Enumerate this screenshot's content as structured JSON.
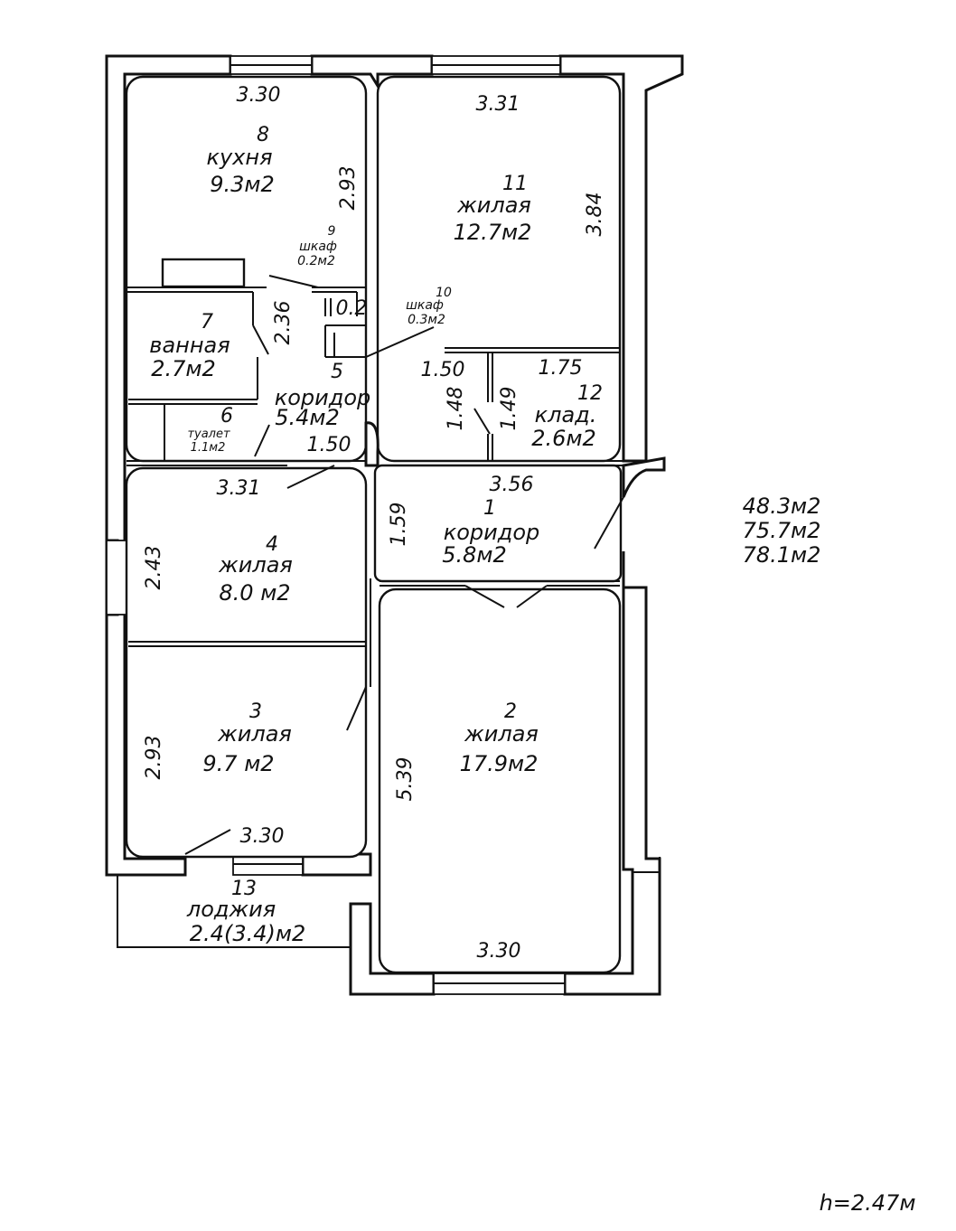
{
  "rooms": {
    "r1": {
      "number": "1",
      "name": "коридор",
      "area": "5.8м2"
    },
    "r2": {
      "number": "2",
      "name": "жилая",
      "area": "17.9м2"
    },
    "r3": {
      "number": "3",
      "name": "жилая",
      "area": "9.7 м2"
    },
    "r4": {
      "number": "4",
      "name": "жилая",
      "area": "8.0 м2"
    },
    "r5": {
      "number": "5",
      "name": "коридор",
      "area": "5.4м2"
    },
    "r6": {
      "number": "6",
      "name": "туалет",
      "area": "1.1м2"
    },
    "r7": {
      "number": "7",
      "name": "ванная",
      "area": "2.7м2"
    },
    "r8": {
      "number": "8",
      "name": "кухня",
      "area": "9.3м2"
    },
    "r9": {
      "number": "9",
      "name": "шкаф",
      "area": "0.2м2"
    },
    "r10": {
      "number": "10",
      "name": "шкаф",
      "area": "0.3м2"
    },
    "r11": {
      "number": "11",
      "name": "жилая",
      "area": "12.7м2"
    },
    "r12": {
      "number": "12",
      "name": "клад.",
      "area": "2.6м2"
    },
    "r13": {
      "number": "13",
      "name": "лоджия",
      "area": "2.4(3.4)м2"
    }
  },
  "dimensions": {
    "kitchen_width": "3.30",
    "kitchen_height": "2.93",
    "room11_width": "3.31",
    "room11_height": "3.84",
    "bath_height": "2.36",
    "cupboard9_width": "0.2",
    "hall5_width_top": "1.50",
    "hall5_width_bottom": "1.50",
    "pantry_width": "1.75",
    "pantry_height": "1.49",
    "passage_height": "1.48",
    "room4_width": "3.31",
    "room4_height": "2.43",
    "hall1_width": "3.56",
    "hall1_height": "1.59",
    "room3_height": "2.93",
    "room3_width": "3.30",
    "room2_height": "5.39",
    "room2_width": "3.30"
  },
  "totals": [
    "48.3м2",
    "75.7м2",
    "78.1м2"
  ],
  "ceiling_height": "h=2.47м"
}
